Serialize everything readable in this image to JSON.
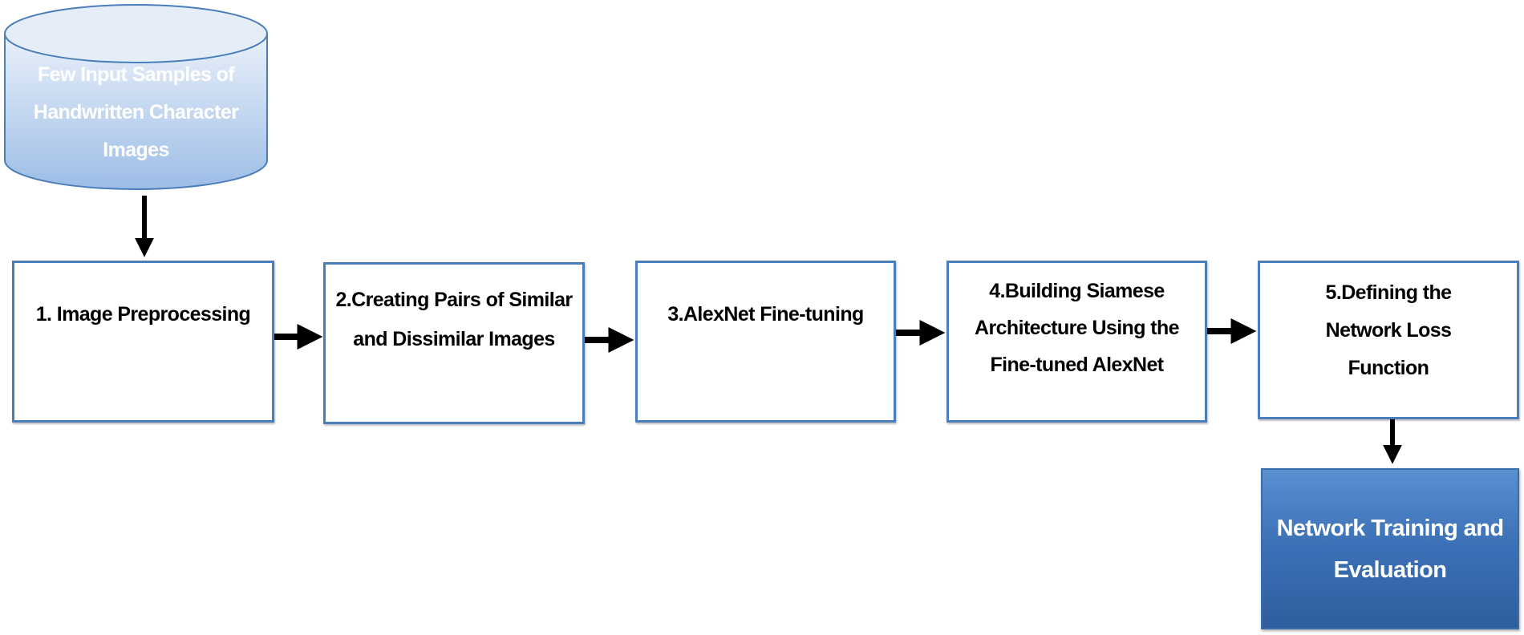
{
  "source": {
    "label": "Few Input Samples of Handwritten Character Images",
    "icon": "database-cylinder"
  },
  "steps": [
    {
      "label": "1. Image Preprocessing"
    },
    {
      "label": "2.Creating Pairs of Similar and Dissimilar Images"
    },
    {
      "label": "3.AlexNet Fine-tuning"
    },
    {
      "label": "4.Building Siamese Architecture Using the Fine-tuned AlexNet"
    },
    {
      "label": "5.Defining the Network Loss Function"
    }
  ],
  "output": {
    "label": "Network Training and Evaluation"
  },
  "colors": {
    "border": "#4a7ebb",
    "cylinder_top": "#dce8f6",
    "cylinder_body": "#a9c4e8",
    "output_fill": "#3b6fb5"
  }
}
